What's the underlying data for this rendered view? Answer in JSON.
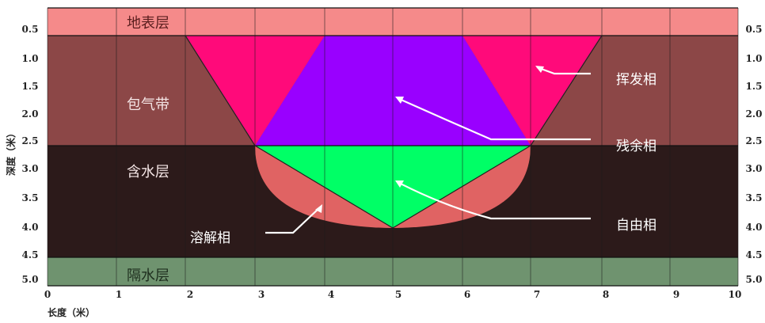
{
  "layers": {
    "surface": {
      "label": "地表层",
      "color": "#f58a8a"
    },
    "vadose": {
      "label": "包气带",
      "color": "#8c4747"
    },
    "aquifer": {
      "label": "含水层",
      "color": "#2c1a1a"
    },
    "aquitard": {
      "label": "隔水层",
      "color": "#6f936f"
    }
  },
  "phases": {
    "volatile": {
      "label": "挥发相",
      "color": "#ff0a7a"
    },
    "residual": {
      "label": "残余相",
      "color": "#9900ff"
    },
    "free": {
      "label": "自由相",
      "color": "#00ff66"
    },
    "dissolved": {
      "label": "溶解相",
      "color": "#e06363"
    }
  },
  "axes": {
    "x_label": "长度（米）",
    "y_label": "深度（米）",
    "x_ticks": [
      "0",
      "1",
      "2",
      "3",
      "4",
      "5",
      "6",
      "7",
      "8",
      "9",
      "10"
    ],
    "y_ticks": [
      "0.5",
      "1.0",
      "1.5",
      "2.0",
      "2.5",
      "3.0",
      "3.5",
      "4.0",
      "4.5",
      "5.0"
    ]
  }
}
